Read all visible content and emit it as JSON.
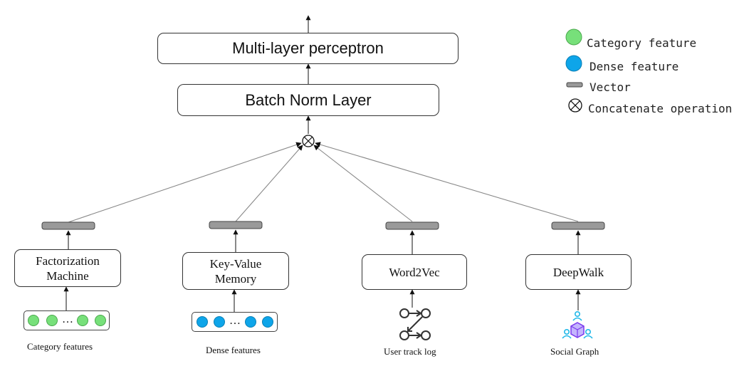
{
  "title_boxes": {
    "mlp": "Multi-layer perceptron",
    "bn": "Batch Norm Layer"
  },
  "modules": {
    "fm": "Factorization Machine",
    "kv": "Key-Value Memory",
    "w2v": "Word2Vec",
    "dw": "DeepWalk"
  },
  "captions": {
    "category": "Category features",
    "dense": "Dense features",
    "track": "User track log",
    "graph": "Social Graph"
  },
  "feature_inputs": {
    "ellipsis": "…"
  },
  "legend": {
    "category": "Category feature",
    "dense": "Dense feature",
    "vector": "Vector",
    "concat": "Concatenate operation"
  },
  "colors": {
    "category_dot": "#77e07a",
    "dense_dot": "#0ea5e9",
    "vector_bar": "#9a9a9a",
    "graph_icon": "#8b5cf6",
    "graph_nodes": "#22b8e8"
  }
}
